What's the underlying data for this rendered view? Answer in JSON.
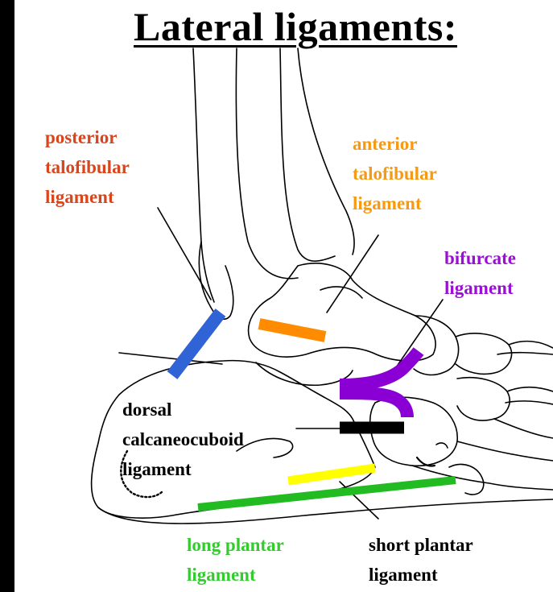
{
  "title": "Lateral ligaments:",
  "colors": {
    "posterior_talofibular": "#d9461c",
    "anterior_talofibular": "#f59a12",
    "bifurcate": "#9a0fd3",
    "dorsal_calcaneocuboid": "#000000",
    "short_plantar": "#000000",
    "long_plantar": "#33cc2e",
    "band_blue": "#2f63d6",
    "band_orange": "#ff8c00",
    "band_purple": "#8a00d4",
    "band_black": "#000000",
    "band_yellow": "#ffff00",
    "band_green": "#22bb22"
  },
  "labels": {
    "posterior_talofibular": [
      "posterior",
      "talofibular",
      "ligament"
    ],
    "anterior_talofibular": [
      "anterior",
      "talofibular",
      "ligament"
    ],
    "bifurcate": [
      "bifurcate",
      "ligament"
    ],
    "dorsal_calcaneocuboid": [
      "dorsal",
      "calcaneocuboid",
      "ligament"
    ],
    "long_plantar": [
      "long plantar",
      "ligament"
    ],
    "short_plantar": [
      "short plantar",
      "ligament"
    ]
  }
}
